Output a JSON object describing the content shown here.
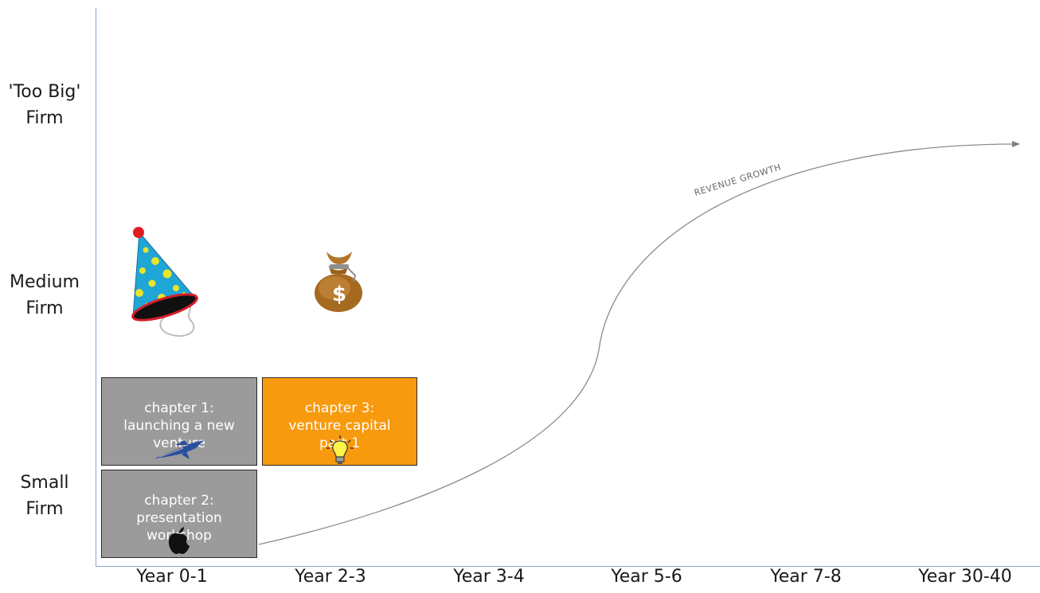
{
  "y_axis": {
    "levels": [
      {
        "label": "'Too Big'\nFirm"
      },
      {
        "label": "Medium\nFirm"
      },
      {
        "label": "Small\nFirm"
      }
    ]
  },
  "x_axis": {
    "labels": [
      "Year 0-1",
      "Year 2-3",
      "Year 3-4",
      "Year 5-6",
      "Year 7-8",
      "Year 30-40"
    ]
  },
  "curve": {
    "label": "REVENUE GROWTH",
    "color": "#7f7f7f"
  },
  "chapters": [
    {
      "text": "chapter 1:\nlaunching a new\nventure",
      "color": "#9b9b9b",
      "icon": "rocket-icon"
    },
    {
      "text": "chapter 2:\npresentation\nworkshop",
      "color": "#9b9b9b",
      "icon": "apple-logo-icon"
    },
    {
      "text": "chapter 3:\nventure capital\npart 1",
      "color": "#f89a0e",
      "icon": "lightbulb-icon"
    }
  ],
  "decorations": [
    {
      "icon": "party-hat-icon"
    },
    {
      "icon": "money-bag-icon",
      "symbol": "$"
    }
  ]
}
